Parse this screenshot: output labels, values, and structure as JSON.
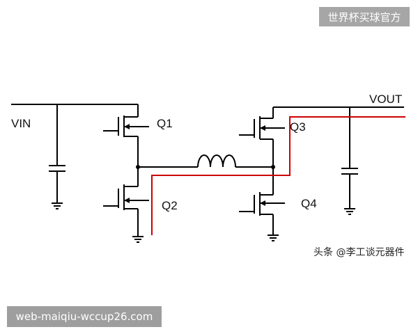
{
  "diagram": {
    "labels": {
      "vin": "VIN",
      "vout": "VOUT",
      "q1": "Q1",
      "q2": "Q2",
      "q3": "Q3",
      "q4": "Q4"
    }
  },
  "credit": "头条 @李工谈元器件",
  "watermarks": {
    "top": "世界杯买球官方",
    "bottom": "web-maiqiu-wccup26.com"
  },
  "colors": {
    "wire": "#000000",
    "current_path": "#cc0000",
    "watermark_bg": "#a6a6a6"
  }
}
